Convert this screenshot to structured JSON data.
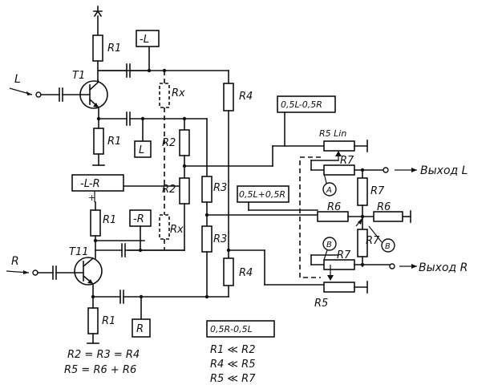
{
  "labels": {
    "r1": "R1",
    "r2": "R2",
    "r3": "R3",
    "r4": "R4",
    "r5": "R5",
    "r5lin": "R5 Lin",
    "r6": "R6",
    "r7": "R7",
    "rx": "Rx",
    "t1": "T1",
    "t11": "T11",
    "in_l": "L",
    "in_r": "R",
    "box_neg_l": "-L",
    "box_l": "L",
    "box_neg_l_neg_r": "-L-R",
    "box_neg_r": "-R",
    "box_r": "R",
    "box_half_l_minus_half_r": "0,5L-0,5R",
    "box_half_l_plus_half_r": "0,5L+0,5R",
    "box_half_r_minus_half_l": "0,5R-0,5L",
    "node_a": "A",
    "node_b": "B",
    "out_l": "Выход L",
    "out_r": "Выход R"
  },
  "notes": {
    "eq1": "R2 = R3 = R4",
    "eq2": "R5 = R6 + R6",
    "rel1": "R1 ≪ R2",
    "rel2": "R4 ≪ R5",
    "rel3": "R5 ≪ R7"
  }
}
